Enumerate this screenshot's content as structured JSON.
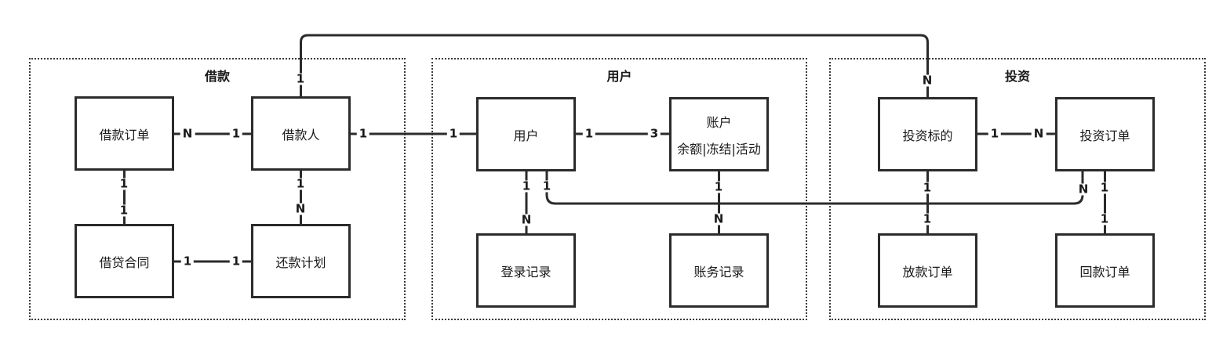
{
  "groups": {
    "borrowing": {
      "title": "借款"
    },
    "user": {
      "title": "用户"
    },
    "investment": {
      "title": "投资"
    }
  },
  "entities": {
    "loan_order": "借款订单",
    "borrower": "借款人",
    "loan_contract": "借贷合同",
    "repayment_plan": "还款计划",
    "user": "用户",
    "account_title": "账户",
    "account_fields": "余额|冻结|活动",
    "login_record": "登录记录",
    "accounting_record": "账务记录",
    "investment_target": "投资标的",
    "investment_order": "投资订单",
    "disbursement_order": "放款订单",
    "repayment_order": "回款订单"
  },
  "cardinalities": {
    "loan_order__borrower": {
      "from": "N",
      "to": "1"
    },
    "loan_order__loan_contract": {
      "from": "1",
      "to": "1"
    },
    "borrower__repayment_plan": {
      "from": "1",
      "to": "N"
    },
    "loan_contract__repayment_plan": {
      "from": "1",
      "to": "1"
    },
    "borrower__investment_target": {
      "from": "1",
      "to": "N"
    },
    "borrower__user": {
      "from": "1",
      "to": "1"
    },
    "user__account": {
      "from": "1",
      "to": "3"
    },
    "user__login_record": {
      "from": "1",
      "to": "N"
    },
    "user__investment_order": {
      "from": "1",
      "to": "N"
    },
    "account__accounting_record": {
      "from": "1",
      "to": "N"
    },
    "investment_target__investment_order": {
      "from": "1",
      "to": "N"
    },
    "investment_target__disbursement_order": {
      "from": "1",
      "to": "1"
    },
    "investment_order__repayment_order": {
      "from": "1",
      "to": "1"
    }
  },
  "colors": {
    "line": "#2b2b2b",
    "text": "#1a1a1a",
    "background": "#ffffff"
  }
}
